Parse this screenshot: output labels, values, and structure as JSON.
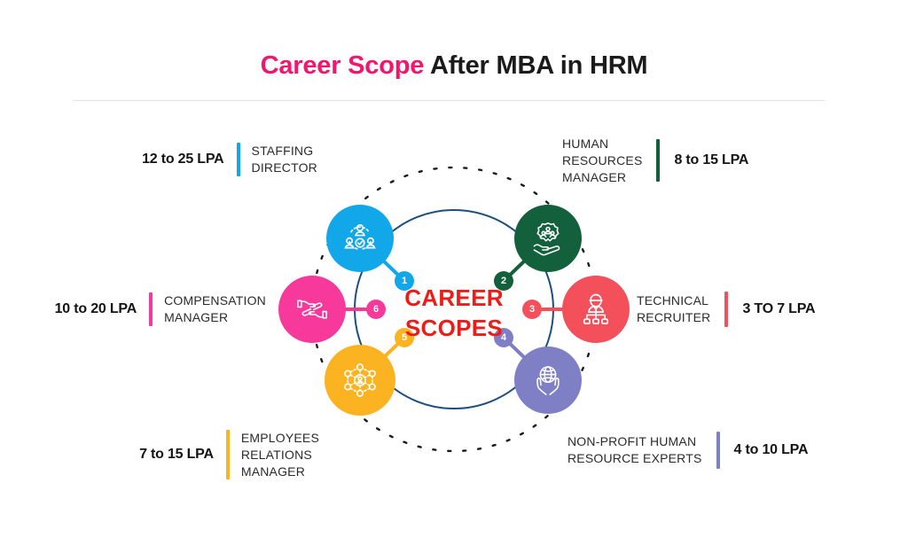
{
  "header": {
    "title_accent": "Career Scope",
    "title_rest": " After MBA in HRM"
  },
  "center": {
    "line1": "CAREER",
    "line2": "SCOPES"
  },
  "colors": {
    "accent_pink": "#f4156c",
    "center_red": "#ef1b17",
    "inner_ring": "#1b4f7e",
    "dashed_ring": "#1a1a1a",
    "rule": "#e2e2e2"
  },
  "nodes": [
    {
      "number": "1",
      "role": "STAFFING\nDIRECTOR",
      "salary": "12 to 25 LPA",
      "color": "#12a7e8",
      "icon": "team-network-check-icon",
      "side": "left"
    },
    {
      "number": "2",
      "role": "HUMAN\nRESOURCES\nMANAGER",
      "salary": "8 to 15 LPA",
      "color": "#13613c",
      "icon": "hand-holding-gear-people-icon",
      "side": "right"
    },
    {
      "number": "3",
      "role": "TECHNICAL\nRECRUITER",
      "salary": "3 TO 7 LPA",
      "color": "#f4505c",
      "icon": "recruiter-org-chart-icon",
      "side": "right"
    },
    {
      "number": "4",
      "role": "NON-PROFIT HUMAN\nRESOURCE EXPERTS",
      "salary": "4 to 10 LPA",
      "color": "#7f7fc6",
      "icon": "hands-holding-globe-icon",
      "side": "right"
    },
    {
      "number": "5",
      "role": "EMPLOYEES\nRELATIONS\nMANAGER",
      "salary": "7 to 15 LPA",
      "color": "#fcb321",
      "icon": "people-network-hub-icon",
      "side": "left"
    },
    {
      "number": "6",
      "role": "COMPENSATION\nMANAGER",
      "salary": "10 to 20 LPA",
      "color": "#f6399b",
      "icon": "hands-exchange-money-icon",
      "side": "left"
    }
  ]
}
